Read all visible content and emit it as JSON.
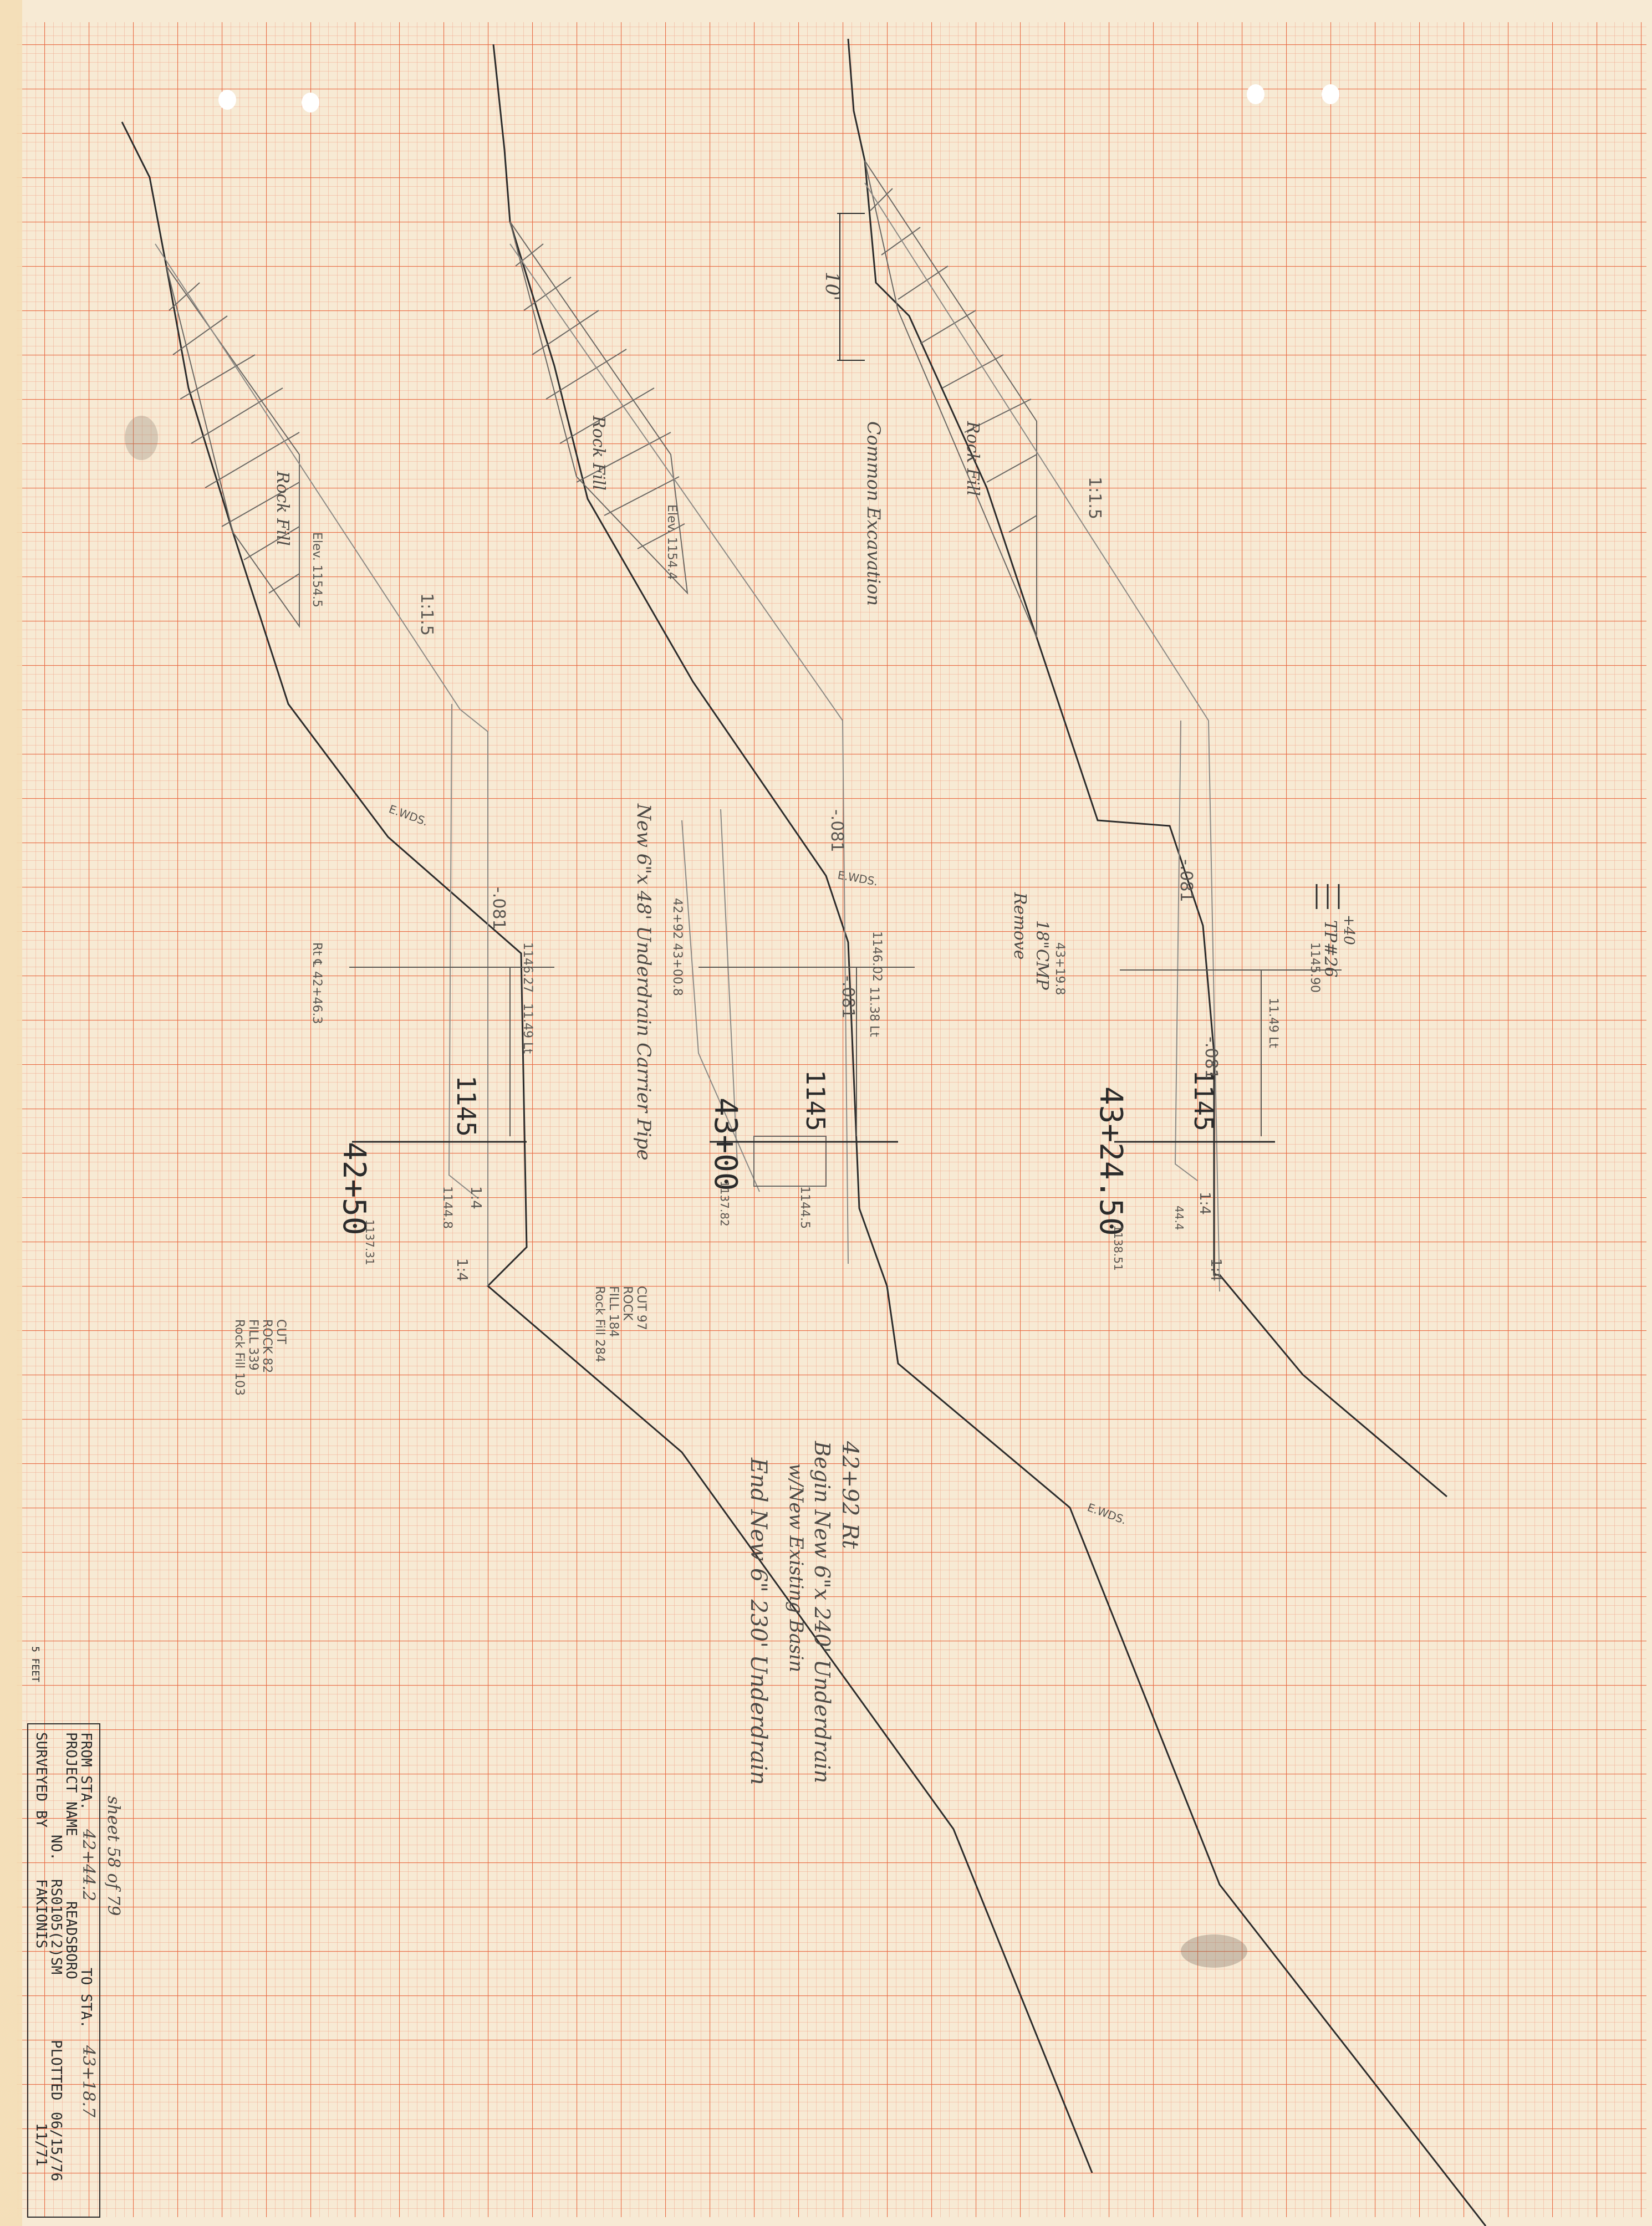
{
  "title_block": {
    "from_sta_label": "FROM STA.",
    "from_sta_value": "42+44.2",
    "to_sta_label": "TO STA.",
    "to_sta_value": "43+18.7",
    "project_name_label": "PROJECT NAME",
    "project_name_value": "READSBORO",
    "no_label": "NO.",
    "no_value": "RS0105(2)SM",
    "surveyed_by_label": "SURVEYED BY",
    "surveyed_by_value": "FAKIONIS",
    "plotted_label": "PLOTTED",
    "plotted_value": "06/15/76",
    "date_value": "11/71",
    "sheet_note": "sheet 58 of 79",
    "scale_label": "5 FEET"
  },
  "sections": {
    "s1": {
      "station": "42+50",
      "grade_elev": "1145",
      "offset_elev": "1137.31",
      "elev_left": "1146.27",
      "elev_right": "1144.8",
      "ditch_label": "-.081",
      "slope_top": "1:1.5",
      "slope_ditch": "1:4",
      "slope_ditch2": "1:4",
      "ewds": "E.WDS.",
      "rock_fill": "Rock Fill",
      "elev_note": "Elev. 1154.5",
      "dist_label": "11.49 Lt",
      "cl_note": "Rt ℄ 42+46.3",
      "volumes": [
        "CUT",
        "ROCK  82",
        "FILL  339",
        "Rock Fill  103"
      ]
    },
    "s2": {
      "station": "43+00",
      "grade_elev": "1145",
      "offset_elev": "1137.82",
      "elev_left": "1146.02",
      "elev_right": "1144.5",
      "ditch_label": "-.081",
      "ditch_label2": "-.081",
      "ewds": "E.WDS.",
      "rock_fill": "Rock Fill",
      "elev_note": "Elev. 1154.4",
      "dist_label": "11.38 Lt",
      "underdrain_note": "New 6\"x 48' Underdrain Carrier Pipe",
      "station_note": "42+92  43+00.8",
      "volumes": [
        "CUT  97",
        "ROCK",
        "FILL  184",
        "Rock Fill  284"
      ]
    },
    "s3": {
      "station": "43+24.50",
      "grade_elev": "1145",
      "offset_elev": "1138.51",
      "elev_left": "1145.90",
      "elev_right": "44.4",
      "ditch_label": "-.081",
      "ditch_label2": "-.081",
      "slope_top": "1:1.5",
      "slope_ditch": "1:4",
      "slope_ditch2": "1:4",
      "ewds": "E.WDS.",
      "rock_fill": "Rock Fill",
      "common_excavation": "Common Excavation",
      "dim_10": "10'",
      "dist_label": "11.49 Lt",
      "cmp_note": "18\"CMP",
      "cmp_station": "43+19.8",
      "remove_note": "Remove",
      "tp_note": "TP#26",
      "tp_plus": "+40"
    }
  },
  "notes": {
    "line1": "42+92 Rt",
    "line2": "Begin New 6\"x 240' Underdrain",
    "line3": "w/New Existing Basin",
    "line4": "End New 6\" 230' Underdrain"
  }
}
